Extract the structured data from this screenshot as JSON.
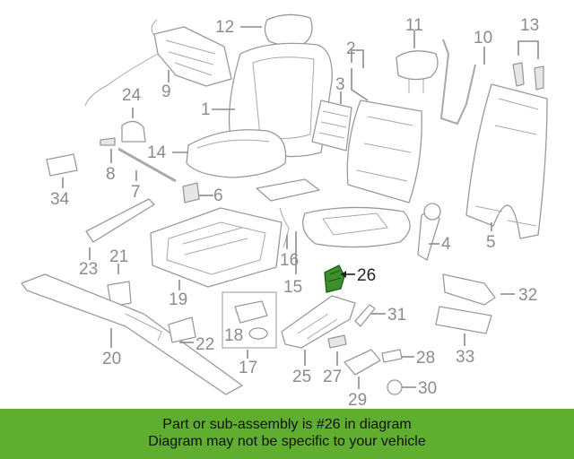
{
  "highlight_color": "#5fae2f",
  "highlight_part_color": "#3c8f2c",
  "labels": {
    "p1": "1",
    "p2": "2",
    "p3": "3",
    "p4": "4",
    "p5": "5",
    "p6": "6",
    "p7": "7",
    "p8": "8",
    "p9": "9",
    "p10": "10",
    "p11": "11",
    "p12": "12",
    "p13": "13",
    "p14": "14",
    "p15": "15",
    "p16": "16",
    "p17": "17",
    "p18": "18",
    "p19": "19",
    "p20": "20",
    "p21": "21",
    "p22": "22",
    "p23": "23",
    "p24": "24",
    "p25": "25",
    "p26": "26",
    "p27": "27",
    "p28": "28",
    "p29": "29",
    "p30": "30",
    "p31": "31",
    "p32": "32",
    "p33": "33",
    "p34": "34"
  },
  "banner": {
    "line1": "Part or sub-assembly is #26 in diagram",
    "line2": "Diagram may not be specific to your vehicle"
  }
}
